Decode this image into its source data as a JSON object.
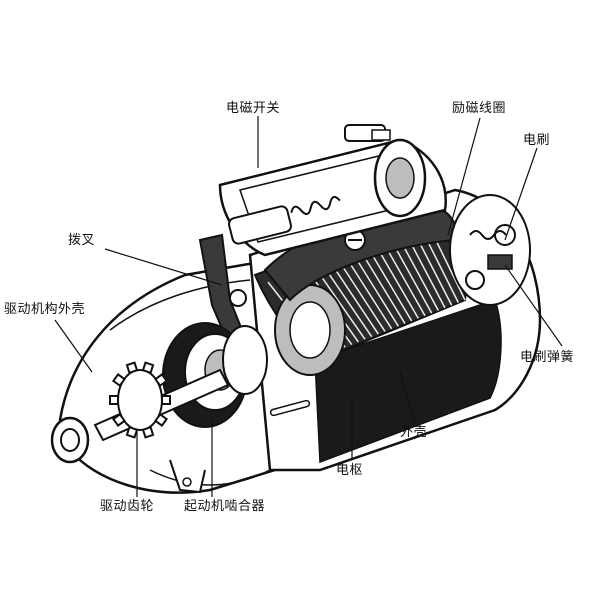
{
  "diagram": {
    "labels": {
      "solenoid_switch": "电磁开关",
      "field_coil": "励磁线圈",
      "brush": "电刷",
      "shift_fork": "拨叉",
      "drive_housing": "驱动机构外壳",
      "brush_spring": "电刷弹簧",
      "outer_shell": "外壳",
      "armature": "电枢",
      "drive_gear": "驱动齿轮",
      "starter_clutch": "起动机啮合器"
    },
    "colors": {
      "line": "#111111",
      "fill_light": "#ffffff",
      "fill_mid": "#bdbdbd",
      "fill_dark": "#1a1a1a"
    }
  }
}
